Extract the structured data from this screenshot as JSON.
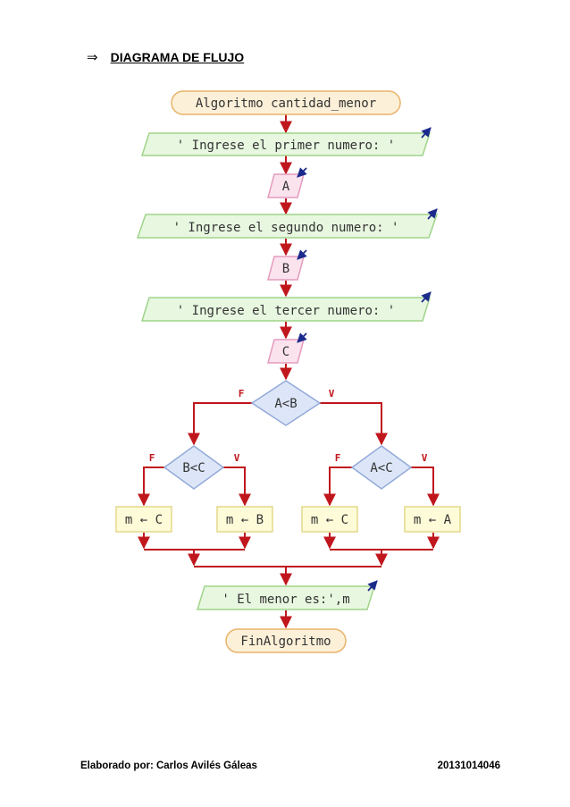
{
  "heading": {
    "bullet": "⇒",
    "title": "DIAGRAMA DE FLUJO"
  },
  "flowchart": {
    "start": "Algoritmo cantidad_menor",
    "out1": "' Ingrese el primer numero: '",
    "in1": "A",
    "out2": "' Ingrese el segundo numero: '",
    "in2": "B",
    "out3": "' Ingrese el tercer numero: '",
    "in3": "C",
    "cond_main": "A<B",
    "cond_left": "B<C",
    "cond_right": "A<C",
    "false_label": "F",
    "true_label": "V",
    "assign1": "m ← C",
    "assign2": "m ← B",
    "assign3": "m ← C",
    "assign4": "m ← A",
    "out_final": "' El menor es:',m",
    "end": "FinAlgoritmo",
    "colors": {
      "terminal_fill": "#fdf0d8",
      "terminal_stroke": "#e8b46a",
      "output_fill": "#e8f7e0",
      "output_stroke": "#9fd48a",
      "input_fill": "#fbe3ee",
      "input_stroke": "#e49bbd",
      "decision_fill": "#dde6f8",
      "decision_stroke": "#92a9d9",
      "assign_fill": "#fdfbd8",
      "assign_stroke": "#e3d98a",
      "arrow": "#c0171d",
      "io_icon": "#1b2a8c",
      "text": "#333333"
    }
  },
  "footer": {
    "author": "Elaborado por: Carlos Avilés Gáleas",
    "id": "20131014046"
  }
}
